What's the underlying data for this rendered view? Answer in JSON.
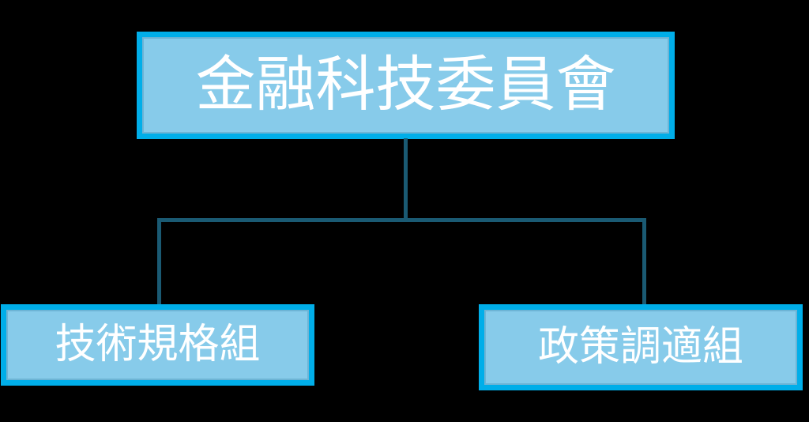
{
  "diagram": {
    "type": "org-chart",
    "colors": {
      "background": "#000000",
      "node_fill": "#87CBEA",
      "node_border": "#00AEE9",
      "connector": "#1A5A73",
      "text": "#FFFFFF"
    },
    "nodes": {
      "root": {
        "label": "金融科技委員會"
      },
      "children": [
        {
          "label": "技術規格組"
        },
        {
          "label": "政策調適組"
        }
      ]
    }
  }
}
